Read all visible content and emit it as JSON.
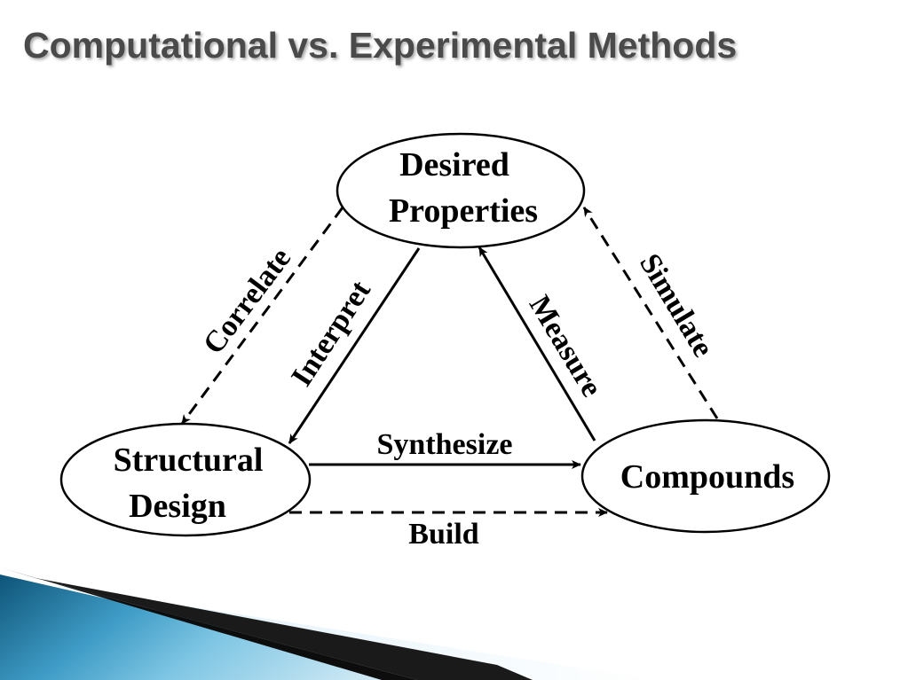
{
  "slide": {
    "title": "Computational vs. Experimental Methods"
  },
  "nodes": {
    "desired_properties": {
      "line1": "Desired",
      "line2": "Properties"
    },
    "structural_design": {
      "line1": "Structural",
      "line2": "Design"
    },
    "compounds": {
      "line1": "Compounds"
    }
  },
  "edges": {
    "correlate": "Correlate",
    "interpret": "Interpret",
    "measure": "Measure",
    "simulate": "Simulate",
    "synthesize": "Synthesize",
    "build": "Build"
  },
  "colors": {
    "title": "#4a4a4a",
    "ink": "#000000",
    "accent_blue": "#1f6f9a"
  }
}
